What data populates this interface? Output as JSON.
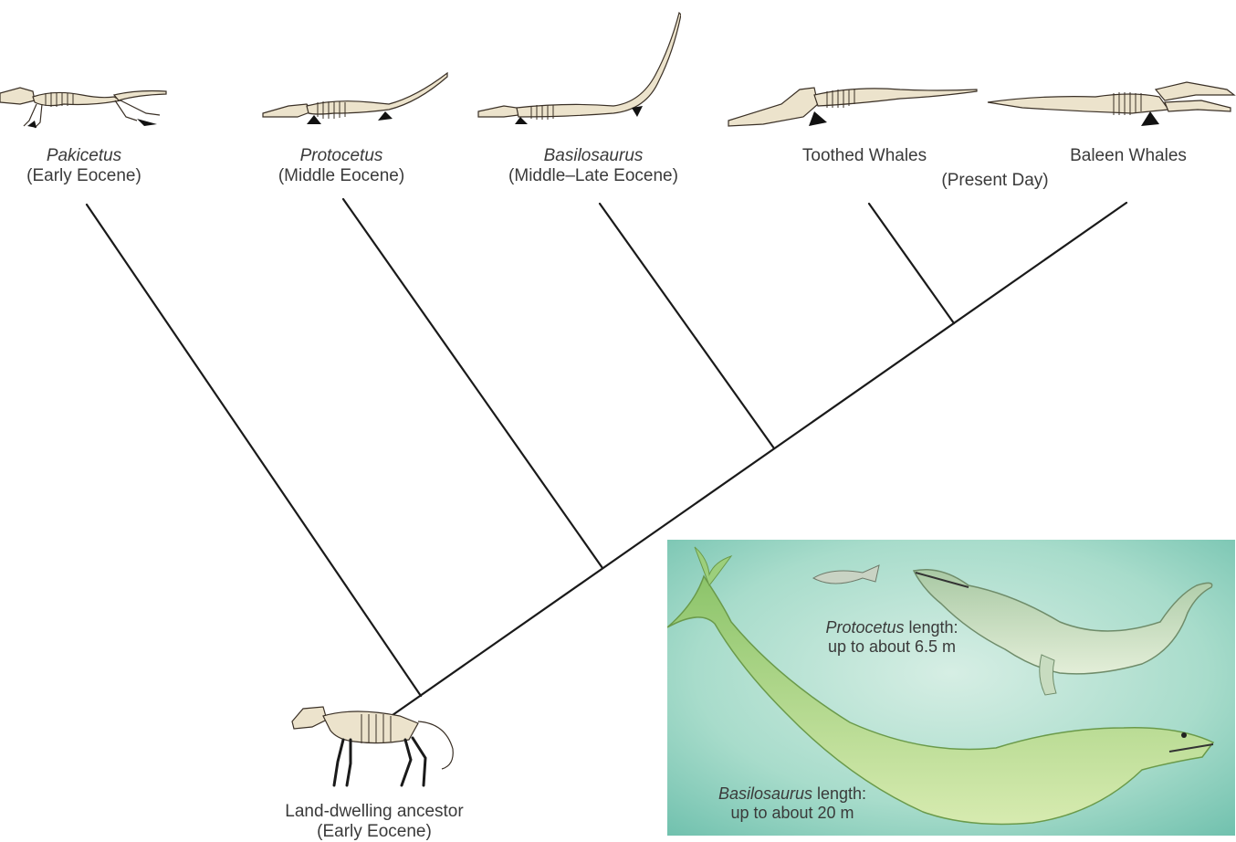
{
  "taxa": [
    {
      "name": "Pakicetus",
      "period": "(Early Eocene)"
    },
    {
      "name": "Protocetus",
      "period": "(Middle Eocene)"
    },
    {
      "name": "Basilosaurus",
      "period": "(Middle–Late Eocene)"
    },
    {
      "name": "Toothed Whales"
    },
    {
      "name": "Baleen Whales"
    }
  ],
  "present_day": "(Present Day)",
  "ancestor": {
    "name": "Land-dwelling ancestor",
    "period": "(Early Eocene)"
  },
  "inset": {
    "protocetus": {
      "name": "Protocetus",
      "suffix": " length:",
      "size": "up to about 6.5 m"
    },
    "basilosaurus": {
      "name": "Basilosaurus",
      "suffix": " length:",
      "size": "up to about 20 m"
    }
  },
  "colors": {
    "line": "#1a1a1a",
    "bone": "#ece3cc",
    "bone_outline": "#3a3026",
    "water": "#8fd0c0",
    "animal": "#b8d98a"
  }
}
